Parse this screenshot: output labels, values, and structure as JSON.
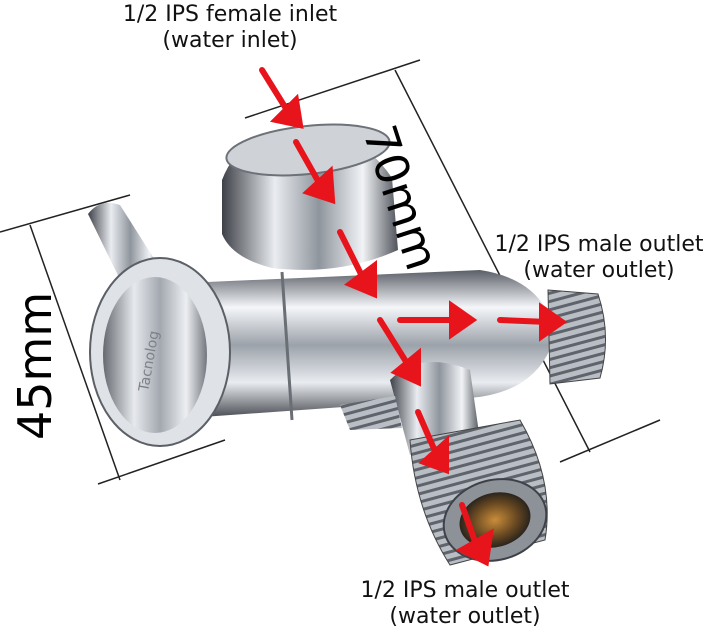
{
  "labels": {
    "inlet_line1": "1/2 IPS female inlet",
    "inlet_line2": "(water inlet)",
    "right_outlet_line1": "1/2 IPS male outlet",
    "right_outlet_line2": "(water outlet)",
    "bottom_outlet_line1": "1/2 IPS male outlet",
    "bottom_outlet_line2": "(water outlet)"
  },
  "dimensions": {
    "length": "70mm",
    "height": "45mm"
  },
  "colors": {
    "arrow": "#e8141c",
    "chrome_dark": "#4a4d55",
    "chrome_mid": "#9aa0a8",
    "chrome_light": "#f2f4f7"
  }
}
